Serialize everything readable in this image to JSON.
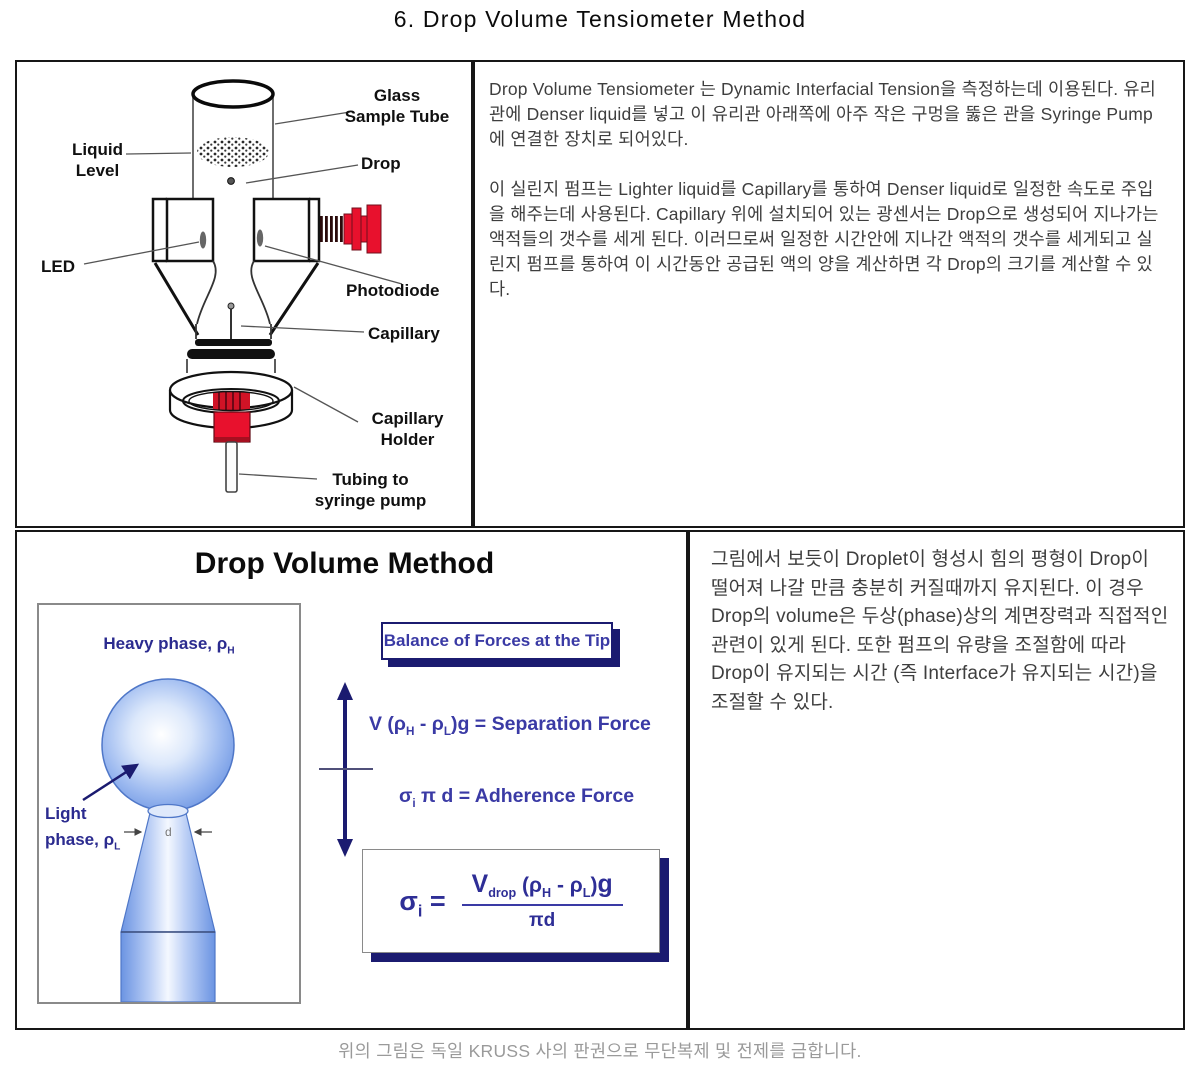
{
  "page": {
    "title": "6. Drop Volume Tensiometer Method",
    "copyright": "위의 그림은 독일 KRUSS 사의 판권으로 무단복제 및 전제를 금합니다."
  },
  "colors": {
    "accent_red": "#E8112D",
    "navy": "#1B1B70",
    "formula_blue": "#3A3AA5",
    "label_navy": "#2B2B8F",
    "drop_blue": "#86A9EC",
    "body_text": "#3E3E3E",
    "caption_gray": "#9A9A9A"
  },
  "apparatus": {
    "labels": {
      "glass_sample_tube": "Glass\nSample Tube",
      "liquid_level": "Liquid\nLevel",
      "drop": "Drop",
      "led": "LED",
      "photodiode": "Photodiode",
      "capillary": "Capillary",
      "capillary_holder": "Capillary\nHolder",
      "tubing": "Tubing to\nsyringe pump"
    }
  },
  "description_top": {
    "p1": "Drop Volume Tensiometer 는 Dynamic Interfacial Tension을 측정하는데 이용된다. 유리관에 Denser liquid를 넣고 이 유리관 아래쪽에 아주 작은 구멍을 뚫은 관을 Syringe Pump에 연결한 장치로 되어있다.",
    "p2": "이 실린지 펌프는 Lighter liquid를 Capillary를 통하여 Denser liquid로 일정한 속도로 주입을 해주는데 사용된다. Capillary 위에 설치되어 있는 광센서는 Drop으로 생성되어 지나가는 액적들의 갯수를 세게 된다. 이러므로써 일정한 시간안에 지나간 액적의 갯수를 세게되고 실린지 펌프를 통하여 이 시간동안 공급된 액의 양을 계산하면 각 Drop의 크기를 계산할 수 있다."
  },
  "method": {
    "title": "Drop Volume Method",
    "heavy_phase": [
      {
        "t": "Heavy phase, "
      },
      {
        "t": "ρ"
      },
      {
        "t": "H",
        "sub": true
      }
    ],
    "light_phase_line1": "Light",
    "light_phase_line2": [
      {
        "t": "phase, "
      },
      {
        "t": "ρ"
      },
      {
        "t": "L",
        "sub": true
      }
    ],
    "d_label": "d",
    "balance_box": "Balance of Forces at the Tip",
    "separation": [
      {
        "t": "V (ρ"
      },
      {
        "t": "H",
        "sub": true
      },
      {
        "t": " - ρ"
      },
      {
        "t": "L",
        "sub": true
      },
      {
        "t": ")g = Separation Force"
      }
    ],
    "adherence": [
      {
        "t": "σ"
      },
      {
        "t": "i",
        "sub": true
      },
      {
        "t": " π d = Adherence Force"
      }
    ],
    "formula_lhs": [
      {
        "t": "σ"
      },
      {
        "t": "i",
        "sub": true
      },
      {
        "t": " ="
      }
    ],
    "formula_numerator": [
      {
        "t": "V",
        "b": true,
        "big": true
      },
      {
        "t": "drop",
        "sub": true
      },
      {
        "t": " (ρ"
      },
      {
        "t": "H",
        "sub": true
      },
      {
        "t": " - ρ"
      },
      {
        "t": "L",
        "sub": true
      },
      {
        "t": ")"
      },
      {
        "t": "g",
        "b": true,
        "big": true
      }
    ],
    "formula_denominator": "πd"
  },
  "description_bottom": {
    "p1": "그림에서 보듯이 Droplet이 형성시 힘의 평형이 Drop이 떨어져 나갈 만큼 충분히 커질때까지 유지된다. 이 경우 Drop의 volume은 두상(phase)상의 계면장력과 직접적인 관련이 있게 된다. 또한 펌프의 유량을 조절함에 따라 Drop이 유지되는 시간 (즉 Interface가 유지되는 시간)을 조절할 수 있다."
  }
}
